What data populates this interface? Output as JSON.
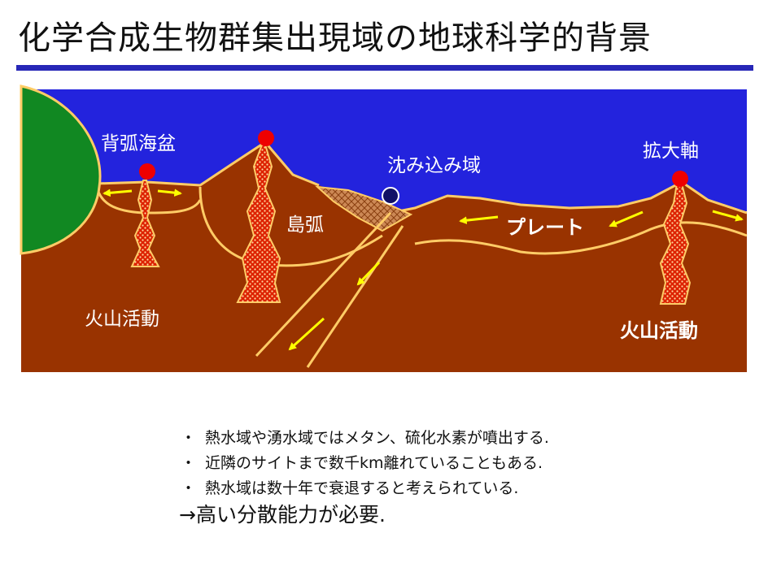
{
  "title": "化学合成生物群集出現域の地球科学的背景",
  "colors": {
    "ocean": "#2323dd",
    "crust": "#993300",
    "continent": "#118822",
    "outline": "#ffcc66",
    "accretion": "#cc8855",
    "magma": "#dd2200",
    "hotspot": "#ee0000",
    "arrow": "#ffff00",
    "rule": "#2727b7"
  },
  "diagram": {
    "labels": {
      "backarc_basin": "背弧海盆",
      "subduction_zone": "沈み込み域",
      "spreading_axis": "拡大軸",
      "island_arc": "島弧",
      "plate": "プレート",
      "volcanism_left": "火山活動",
      "volcanism_right": "火山活動"
    },
    "markers": {
      "hydrothermal_vent": "red-dot-icon",
      "cold_seep": "navy-circle-icon",
      "plate_motion": "yellow-arrow-icon"
    }
  },
  "notes": [
    "熱水域や湧水域ではメタン、硫化水素が噴出する.",
    "近隣のサイトまで数千km離れていることもある.",
    "熱水域は数十年で衰退すると考えられている."
  ],
  "bullet": "・",
  "conclusion": "→高い分散能力が必要."
}
